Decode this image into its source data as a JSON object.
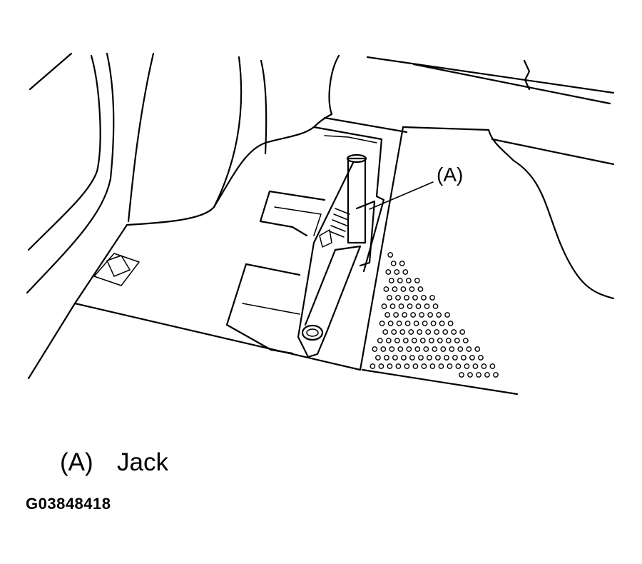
{
  "callout": {
    "label": "(A)"
  },
  "legend": [
    {
      "key": "(A)",
      "text": "Jack"
    }
  ],
  "figure_id": "G03848418"
}
